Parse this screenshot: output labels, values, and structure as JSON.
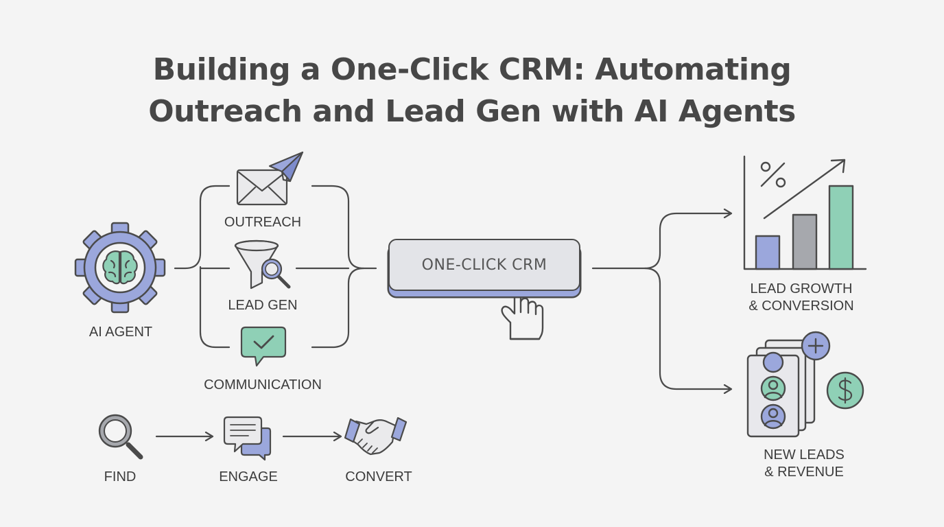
{
  "title": {
    "line1": "Building a One-Click CRM: Automating",
    "line2": "Outreach and Lead Gen with AI Agents"
  },
  "agent": {
    "label": "AI AGENT",
    "icon": "gear-brain-icon"
  },
  "tasks": [
    {
      "label": "OUTREACH",
      "icon": "envelope-paper-plane-icon"
    },
    {
      "label": "LEAD GEN",
      "icon": "funnel-magnifier-icon"
    },
    {
      "label": "COMMUNICATION",
      "icon": "chat-check-icon"
    }
  ],
  "crm_button": {
    "label": "ONE-CLICK CRM",
    "icon": "hand-pointer-icon"
  },
  "outcomes": {
    "growth": {
      "line1": "LEAD GROWTH",
      "line2": "& CONVERSION",
      "icon": "bar-chart-percent-icon"
    },
    "revenue": {
      "line1": "NEW LEADS",
      "line2": "& REVENUE",
      "icon": "contact-cards-dollar-icon"
    }
  },
  "process": [
    {
      "label": "FIND",
      "icon": "magnifier-icon"
    },
    {
      "label": "ENGAGE",
      "icon": "chat-bubbles-icon"
    },
    {
      "label": "CONVERT",
      "icon": "handshake-icon"
    }
  ],
  "colors": {
    "blue": "#9ba7dc",
    "teal": "#8fd0b6",
    "gray": "#a6a8ad",
    "stroke": "#4a4a4a",
    "background": "#f4f4f4"
  }
}
